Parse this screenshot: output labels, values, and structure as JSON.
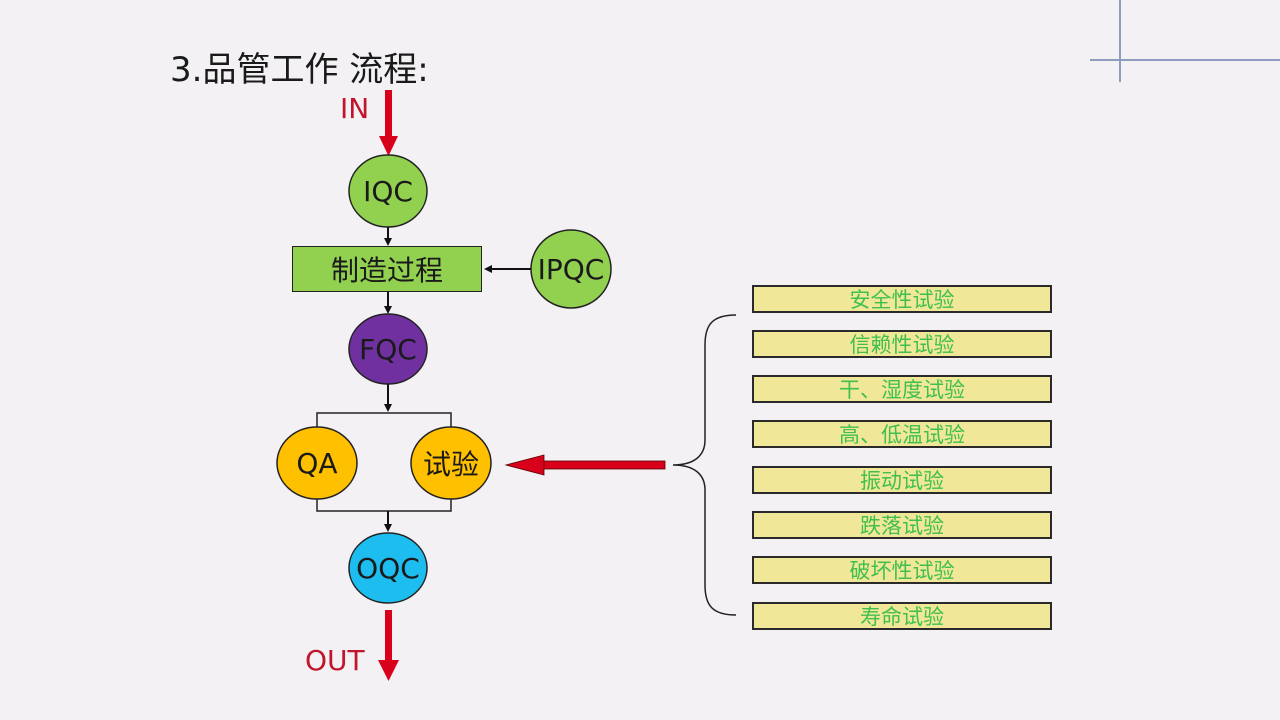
{
  "title": "3.品管工作 流程:",
  "flow": {
    "in_label": "IN",
    "out_label": "OUT",
    "nodes": {
      "iqc": "IQC",
      "process": "制造过程",
      "ipqc": "IPQC",
      "fqc": "FQC",
      "qa": "QA",
      "test": "试验",
      "oqc": "OQC"
    }
  },
  "tests": [
    "安全性试验",
    "信赖性试验",
    "干、湿度试验",
    "高、低温试验",
    "振动试验",
    "跌落试验",
    "破坏性试验",
    "寿命试验"
  ],
  "colors": {
    "iqc": "#92d050",
    "process": "#92d050",
    "ipqc": "#92d050",
    "fqc": "#7030a0",
    "qa": "#ffc000",
    "test": "#ffc000",
    "oqc": "#1ebdf0",
    "arrow_red": "#d9001b",
    "test_box_fill": "#f1e798",
    "test_text": "#3fbf4f"
  }
}
